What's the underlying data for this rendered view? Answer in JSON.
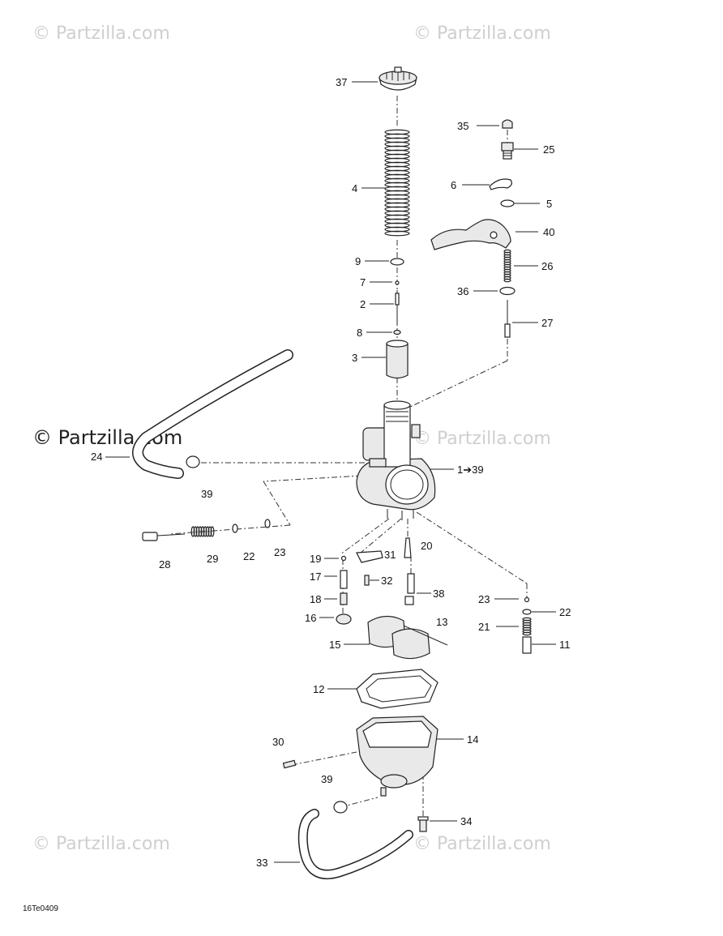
{
  "watermarks": {
    "text": "© Partzilla.com",
    "faint": [
      "© Partzilla.com",
      "© Partzilla.com",
      "© Partzilla.com",
      "© Partzilla.com",
      "© Partzilla.com"
    ],
    "bold": "© Partzilla.com"
  },
  "drawing_code": "16Te0409",
  "callouts": [
    {
      "id": "37",
      "text": "37"
    },
    {
      "id": "35",
      "text": "35"
    },
    {
      "id": "25",
      "text": "25"
    },
    {
      "id": "6",
      "text": "6"
    },
    {
      "id": "5",
      "text": "5"
    },
    {
      "id": "4",
      "text": "4"
    },
    {
      "id": "40",
      "text": "40"
    },
    {
      "id": "26",
      "text": "26"
    },
    {
      "id": "9",
      "text": "9"
    },
    {
      "id": "7",
      "text": "7"
    },
    {
      "id": "36",
      "text": "36"
    },
    {
      "id": "2",
      "text": "2"
    },
    {
      "id": "27",
      "text": "27"
    },
    {
      "id": "8",
      "text": "8"
    },
    {
      "id": "3",
      "text": "3"
    },
    {
      "id": "24",
      "text": "24"
    },
    {
      "id": "1to39",
      "text": "1➔39"
    },
    {
      "id": "39a",
      "text": "39"
    },
    {
      "id": "23a",
      "text": "23"
    },
    {
      "id": "22a",
      "text": "22"
    },
    {
      "id": "29",
      "text": "29"
    },
    {
      "id": "28",
      "text": "28"
    },
    {
      "id": "20",
      "text": "20"
    },
    {
      "id": "19",
      "text": "19"
    },
    {
      "id": "31",
      "text": "31"
    },
    {
      "id": "17",
      "text": "17"
    },
    {
      "id": "32",
      "text": "32"
    },
    {
      "id": "38",
      "text": "38"
    },
    {
      "id": "18",
      "text": "18"
    },
    {
      "id": "23b",
      "text": "23"
    },
    {
      "id": "22b",
      "text": "22"
    },
    {
      "id": "16",
      "text": "16"
    },
    {
      "id": "13",
      "text": "13"
    },
    {
      "id": "21",
      "text": "21"
    },
    {
      "id": "15",
      "text": "15"
    },
    {
      "id": "11",
      "text": "11"
    },
    {
      "id": "12",
      "text": "12"
    },
    {
      "id": "30",
      "text": "30"
    },
    {
      "id": "14",
      "text": "14"
    },
    {
      "id": "39b",
      "text": "39"
    },
    {
      "id": "34",
      "text": "34"
    },
    {
      "id": "33",
      "text": "33"
    }
  ]
}
